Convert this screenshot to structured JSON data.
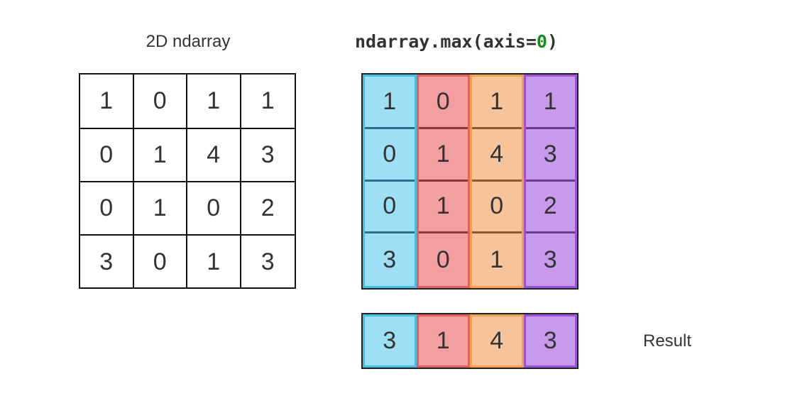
{
  "labels": {
    "left_title": "2D ndarray",
    "code_prefix": "ndarray.max(axis=",
    "code_arg": "0",
    "code_suffix": ")",
    "result": "Result"
  },
  "matrix": [
    [
      "1",
      "0",
      "1",
      "1"
    ],
    [
      "0",
      "1",
      "4",
      "3"
    ],
    [
      "0",
      "1",
      "0",
      "2"
    ],
    [
      "3",
      "0",
      "1",
      "3"
    ]
  ],
  "column_colors": [
    {
      "fill": "#9ddff4",
      "border": "#47bee6",
      "divider": "#2c6f86"
    },
    {
      "fill": "#f49f9f",
      "border": "#e35f5f",
      "divider": "#8a3a3a"
    },
    {
      "fill": "#f6c39b",
      "border": "#f0a04a",
      "divider": "#8c5a2d"
    },
    {
      "fill": "#c79aec",
      "border": "#9a52d8",
      "divider": "#6a3a8f"
    }
  ],
  "result": [
    "3",
    "1",
    "4",
    "3"
  ]
}
